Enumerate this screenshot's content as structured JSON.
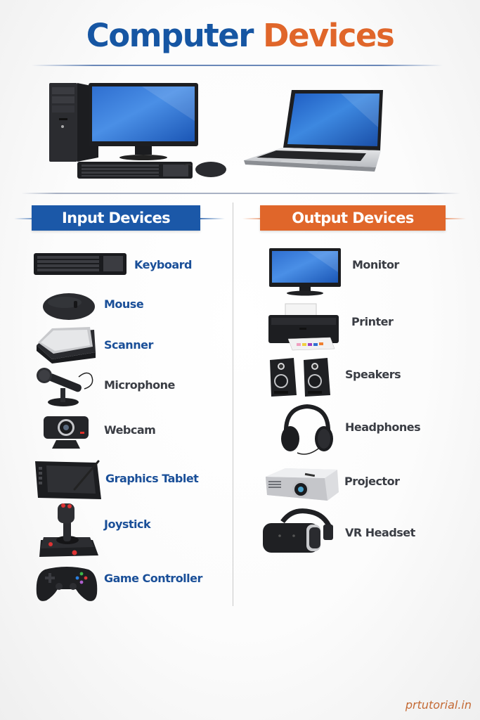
{
  "title": {
    "part1": "Computer",
    "part2": "Devices",
    "color_part1": "#1656a3",
    "color_part2": "#e0662a"
  },
  "hero": {
    "images": [
      {
        "name": "desktop-computer",
        "description": "Tower, monitor, keyboard and mouse"
      },
      {
        "name": "laptop",
        "description": "Silver laptop with blue screen"
      }
    ]
  },
  "sections": {
    "input": {
      "heading": "Input Devices",
      "color": "#1b58a8",
      "items": [
        {
          "label": "Keyboard",
          "icon": "keyboard-icon"
        },
        {
          "label": "Mouse",
          "icon": "mouse-icon"
        },
        {
          "label": "Scanner",
          "icon": "scanner-icon"
        },
        {
          "label": "Microphone",
          "icon": "microphone-icon"
        },
        {
          "label": "Webcam",
          "icon": "webcam-icon"
        },
        {
          "label": "Graphics Tablet",
          "icon": "graphics-tablet-icon"
        },
        {
          "label": "Joystick",
          "icon": "joystick-icon"
        },
        {
          "label": "Game Controller",
          "icon": "game-controller-icon"
        }
      ]
    },
    "output": {
      "heading": "Output Devices",
      "color": "#e0662a",
      "items": [
        {
          "label": "Monitor",
          "icon": "monitor-icon"
        },
        {
          "label": "Printer",
          "icon": "printer-icon"
        },
        {
          "label": "Speakers",
          "icon": "speakers-icon"
        },
        {
          "label": "Headphones",
          "icon": "headphones-icon"
        },
        {
          "label": "Projector",
          "icon": "projector-icon"
        },
        {
          "label": "VR Headset",
          "icon": "vr-headset-icon"
        }
      ]
    }
  },
  "footer": {
    "watermark": "prtutorial.in"
  }
}
